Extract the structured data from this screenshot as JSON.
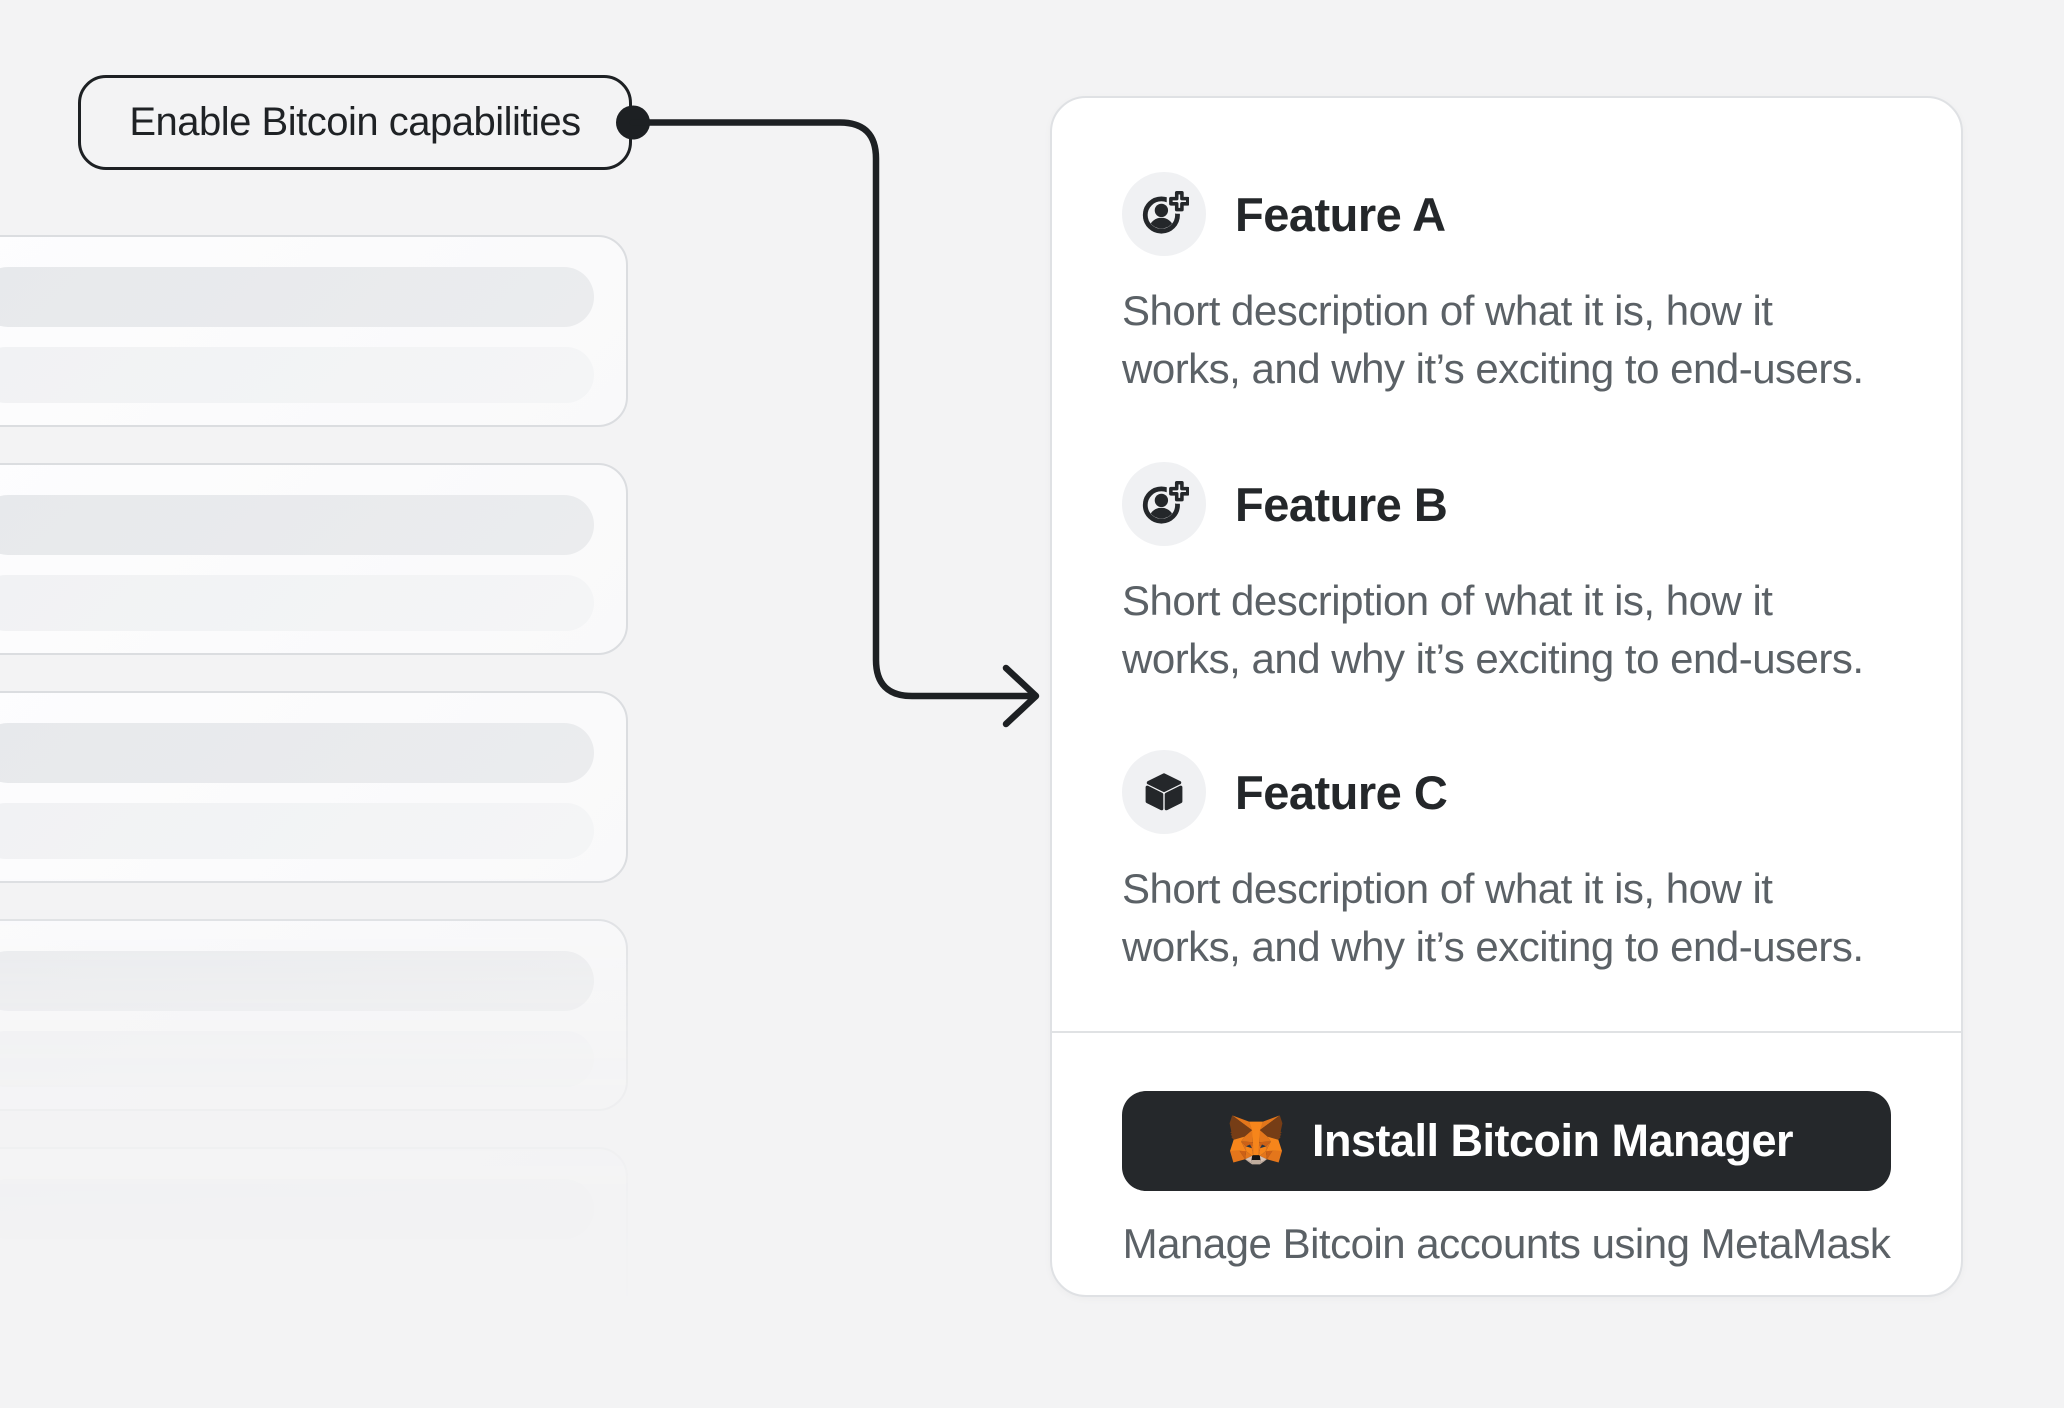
{
  "callout": {
    "label": "Enable Bitcoin capabilities"
  },
  "features_card": {
    "features": [
      {
        "icon": "user-add-icon",
        "title": "Feature A",
        "description_lines": [
          "Short description of what it is, how it",
          "works, and why it’s exciting to end-users."
        ]
      },
      {
        "icon": "user-add-icon",
        "title": "Feature B",
        "description_lines": [
          "Short description of what it is, how it",
          "works, and why it’s exciting to end-users."
        ]
      },
      {
        "icon": "cube-icon",
        "title": "Feature C",
        "description_lines": [
          "Short description of what it is, how it",
          "works, and why it’s exciting to end-users."
        ]
      }
    ],
    "footer": {
      "install_button_label": "Install Bitcoin Manager",
      "install_button_icon": "metamask-fox-icon",
      "caption": "Manage Bitcoin accounts using MetaMask"
    }
  },
  "skeleton": {
    "card_count": 5,
    "bars_per_card": 2
  },
  "colors": {
    "page_background": "#f3f3f4",
    "annotation_ink": "#1d2023",
    "card_background": "#ffffff",
    "card_border": "#dfe1e4",
    "title_text": "#24272a",
    "body_text": "#5b6166",
    "icon_circle_background": "#f0f1f3",
    "button_background": "#25282b",
    "button_text": "#ffffff",
    "metamask_orange": "#F6851B",
    "skeleton_bar_dark": "#e8eaec",
    "skeleton_bar_light": "#f2f3f5"
  }
}
